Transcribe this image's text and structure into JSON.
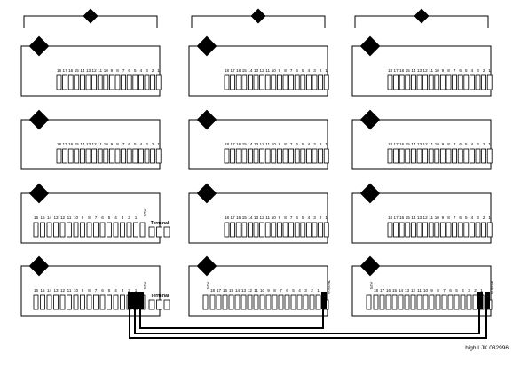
{
  "columns": [
    {
      "label": "5",
      "panels": [
        {
          "badge": "3",
          "kind": "std"
        },
        {
          "badge": "3",
          "kind": "std"
        },
        {
          "badge": "2",
          "kind": "aux-term"
        },
        {
          "badge": "1",
          "kind": "aux-term"
        }
      ]
    },
    {
      "label": "6",
      "panels": [
        {
          "badge": "3",
          "kind": "std"
        },
        {
          "badge": "3",
          "kind": "std"
        },
        {
          "badge": "3",
          "kind": "std"
        },
        {
          "badge": "4",
          "kind": "aux-first"
        }
      ]
    },
    {
      "label": "7",
      "panels": [
        {
          "badge": "3",
          "kind": "std"
        },
        {
          "badge": "3",
          "kind": "std"
        },
        {
          "badge": "3",
          "kind": "std"
        },
        {
          "badge": "4",
          "kind": "aux-first"
        }
      ]
    }
  ],
  "slot_labels": {
    "std": [
      "18",
      "17",
      "16",
      "15",
      "14",
      "13",
      "12",
      "11",
      "10",
      "9",
      "8",
      "7",
      "6",
      "5",
      "4",
      "3",
      "2",
      "1"
    ],
    "aux_term": [
      "16",
      "15",
      "14",
      "13",
      "12",
      "11",
      "10",
      "9",
      "8",
      "7",
      "6",
      "5",
      "4",
      "3",
      "2",
      "1"
    ],
    "aux_first": [
      "18",
      "17",
      "16",
      "15",
      "14",
      "13",
      "12",
      "11",
      "10",
      "9",
      "8",
      "7",
      "6",
      "5",
      "4",
      "3",
      "2",
      "1"
    ]
  },
  "aux_label": "AUX",
  "terminal_label": "Terminal",
  "figure_id": "high LJK 032996",
  "colors": {
    "line": "#000000",
    "badge": "#000000",
    "badge_text": "#ffffff",
    "background": "#ffffff"
  }
}
